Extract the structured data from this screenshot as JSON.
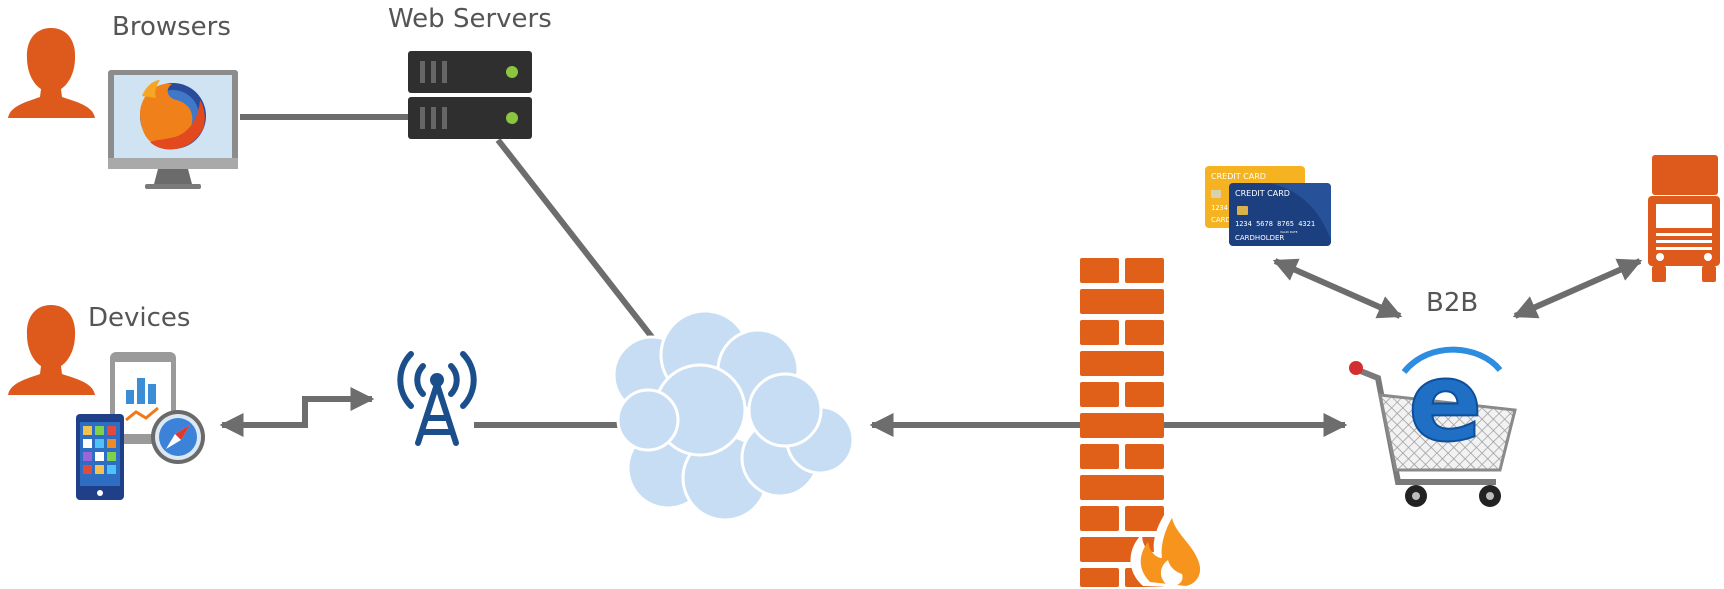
{
  "labels": {
    "browsers": "Browsers",
    "web_servers": "Web Servers",
    "devices": "Devices",
    "b2b": "B2B"
  },
  "cards": {
    "back_title": "CREDIT CARD",
    "back_number_fragment": "1234",
    "back_name_fragment": "CARD",
    "front_title": "CREDIT CARD",
    "front_number": "1234  5678  8765  4321",
    "front_valid": "VALID DATE",
    "front_holder": "CARDHOLDER"
  },
  "cart_logo_letter": "e",
  "colors": {
    "person": "#de5a1c",
    "line": "#6d6d6d",
    "server": "#2f2f2f",
    "server_led": "#8cc63f",
    "cloud": "#c7ddf3",
    "brick": "#e0601a",
    "flame": "#f7941d",
    "antenna": "#1b4f8c",
    "truck": "#de5a1c",
    "text": "#555555"
  },
  "icons": [
    "person-icon",
    "monitor-icon",
    "firefox-icon",
    "server-icon",
    "tablet-icon",
    "phone-icon",
    "safari-icon",
    "antenna-icon",
    "cloud-icon",
    "firewall-icon",
    "flame-icon",
    "credit-card-icon",
    "truck-icon",
    "shopping-cart-icon"
  ]
}
